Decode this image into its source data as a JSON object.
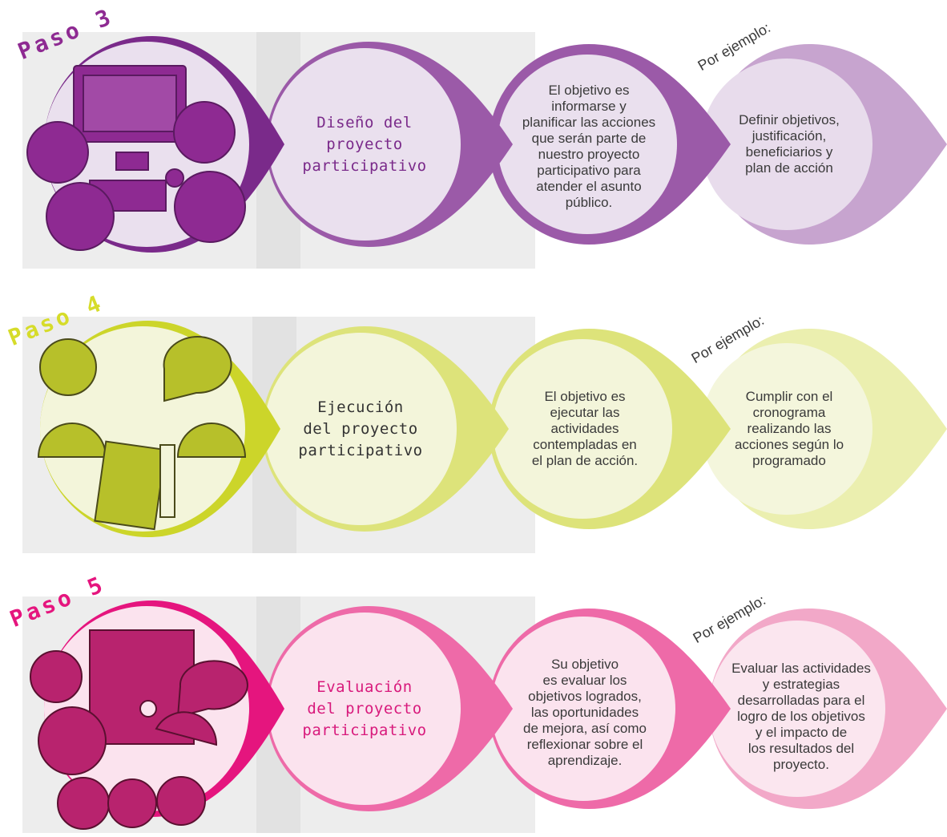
{
  "steps": [
    {
      "paso_label": "Paso 3",
      "title_lines": [
        "Diseño del",
        "proyecto",
        "participativo"
      ],
      "objective_lines": [
        "El objetivo es",
        "informarse y",
        "planificar las acciones",
        "que serán parte de",
        "nuestro proyecto",
        "participativo para",
        "atender el asunto",
        "público."
      ],
      "example_label": "Por ejemplo:",
      "example_lines": [
        "Definir objetivos,",
        "justificación,",
        "beneficiarios y",
        "plan de acción"
      ],
      "colors": {
        "dark": "#7a2a8a",
        "mid": "#9b5aa8",
        "light": "#c7a4cf",
        "circle_dark": "#eae0ee",
        "circle_light": "#e8dcec",
        "title": "#7a2a8a",
        "paso": "#8e2a92"
      }
    },
    {
      "paso_label": "Paso 4",
      "title_lines": [
        "Ejecución",
        "del proyecto",
        "participativo"
      ],
      "objective_lines": [
        "El objetivo es",
        "ejecutar las",
        "actividades",
        "contempladas en",
        "el plan de acción."
      ],
      "example_label": "Por ejemplo:",
      "example_lines": [
        "Cumplir con el",
        "cronograma",
        "realizando las",
        "acciones según lo",
        "programado"
      ],
      "colors": {
        "dark": "#ccd52a",
        "mid": "#dde37a",
        "light": "#ebefaf",
        "circle_dark": "#f3f5da",
        "circle_light": "#f4f6dc",
        "title": "#333333",
        "paso": "#d6dc2a"
      }
    },
    {
      "paso_label": "Paso 5",
      "title_lines": [
        "Evaluación",
        "del proyecto",
        "participativo"
      ],
      "objective_lines": [
        "Su objetivo",
        "es evaluar los",
        "objetivos logrados,",
        "las oportunidades",
        "de mejora, así como",
        "reflexionar sobre el",
        "aprendizaje."
      ],
      "example_label": "Por ejemplo:",
      "example_lines": [
        "Evaluar las actividades",
        "y  estrategias",
        "desarrolladas para el",
        "logro de los objetivos",
        "y el impacto de",
        "los resultados del",
        "proyecto."
      ],
      "colors": {
        "dark": "#e5157e",
        "mid": "#ee6aa8",
        "light": "#f2a8c8",
        "circle_dark": "#fbe3ee",
        "circle_light": "#fbe6ef",
        "title": "#d81a7c",
        "paso": "#e5157e"
      }
    }
  ]
}
